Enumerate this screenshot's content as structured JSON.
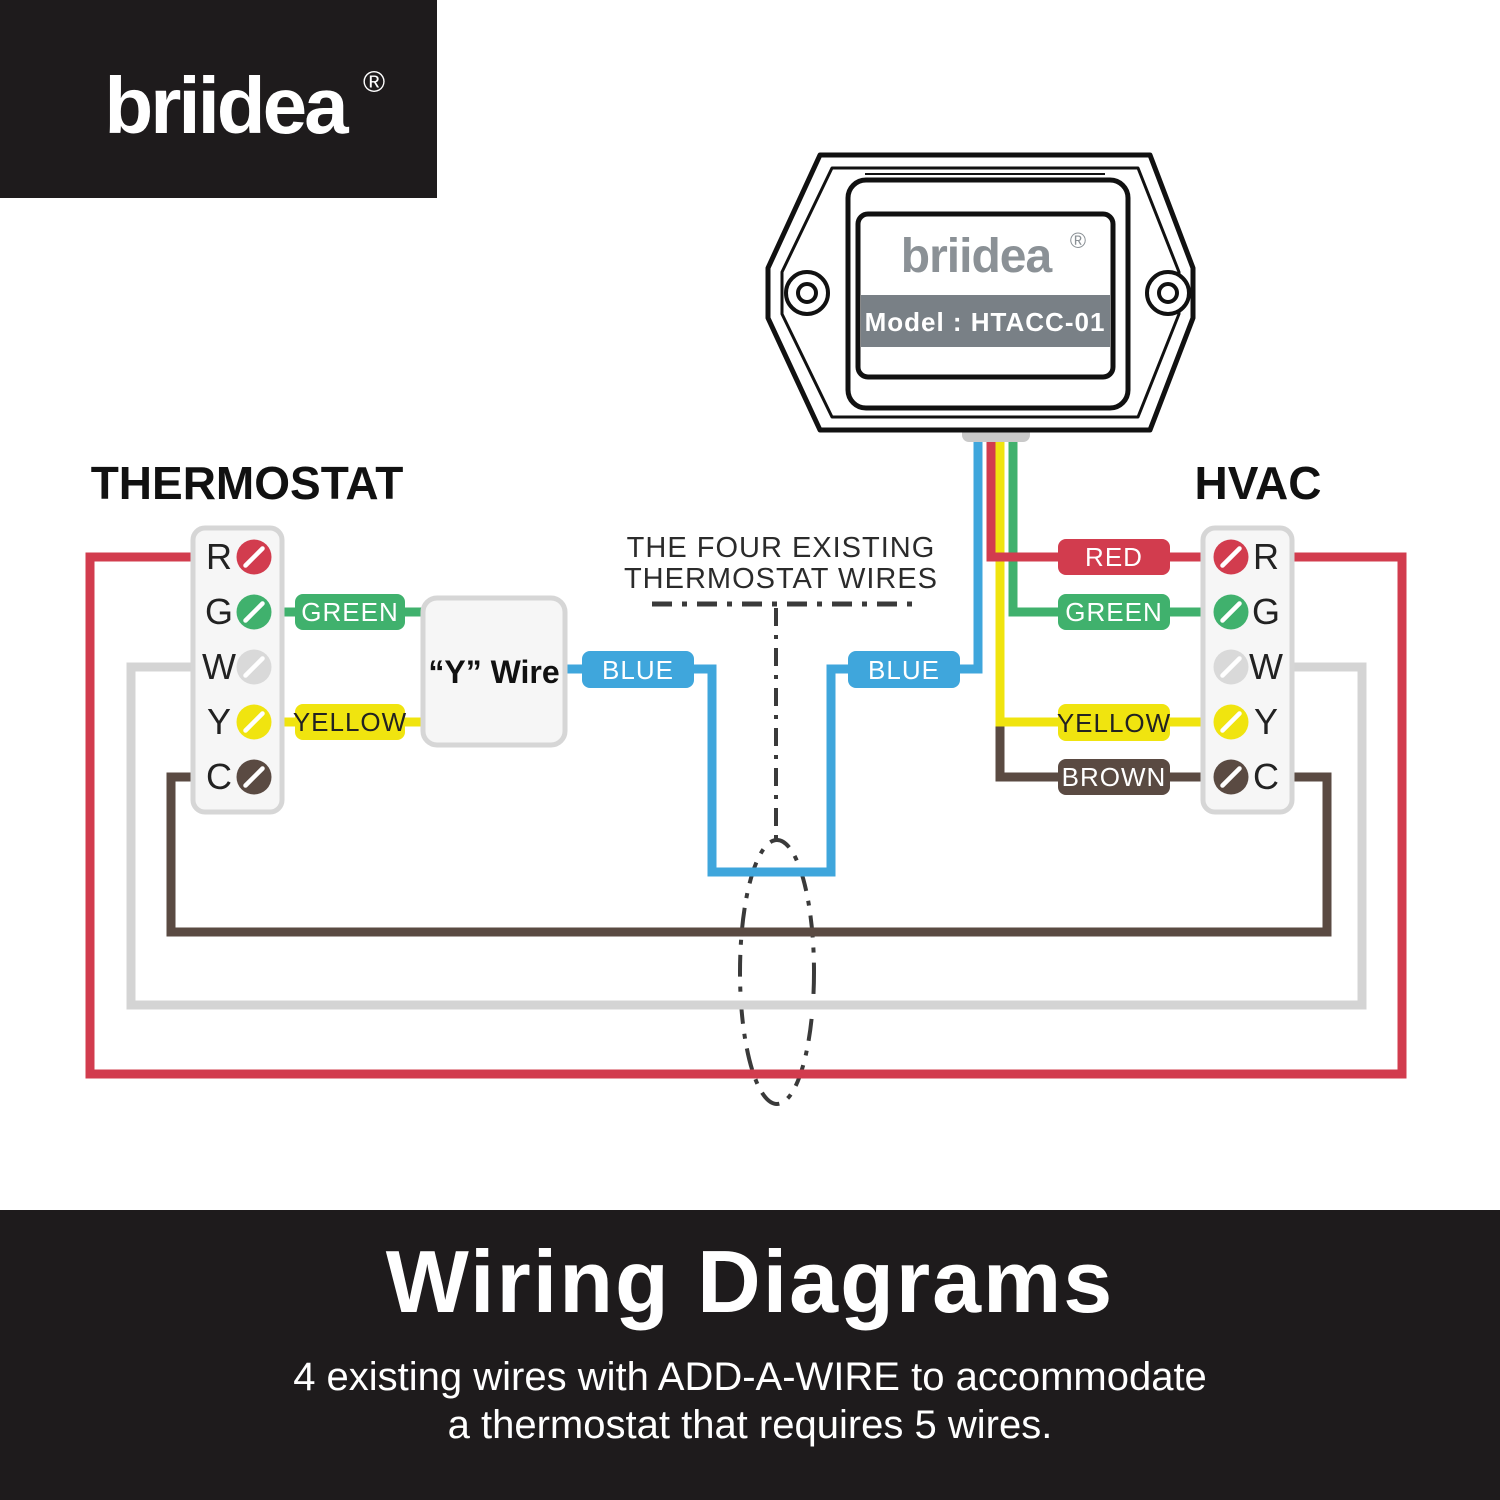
{
  "brand": {
    "logo_text": "briidea",
    "registered_mark": "®"
  },
  "device": {
    "logo_text": "briidea",
    "registered_mark": "®",
    "model_label": "Model : HTACC-01"
  },
  "headings": {
    "thermostat": "THERMOSTAT",
    "hvac": "HVAC"
  },
  "note": {
    "line1": "THE FOUR EXISTING",
    "line2": "THERMOSTAT WIRES"
  },
  "y_wire_box": {
    "label": "“Y” Wire"
  },
  "wire_labels": {
    "red": "RED",
    "green": "GREEN",
    "yellow": "YELLOW",
    "blue": "BLUE",
    "brown": "BROWN"
  },
  "terminals": [
    "R",
    "G",
    "W",
    "Y",
    "C"
  ],
  "colors": {
    "red": "#d23c4e",
    "green": "#40b16d",
    "yellow": "#f0e40f",
    "blue": "#3fa6dc",
    "brown": "#5a4a42",
    "white_wire": "#d4d4d4",
    "screw_white": "#d9d9d9",
    "band_black": "#1e1b1c",
    "model_bar_gray": "#798086",
    "device_logo_gray": "#8b9196",
    "panel_fill": "#f6f6f6",
    "panel_border": "#d6d6d6",
    "dash": "#3a3a3a"
  },
  "footer": {
    "title": "Wiring Diagrams",
    "subtitle_line1": "4 existing wires with ADD-A-WIRE to accommodate",
    "subtitle_line2": "a thermostat that requires 5 wires."
  }
}
